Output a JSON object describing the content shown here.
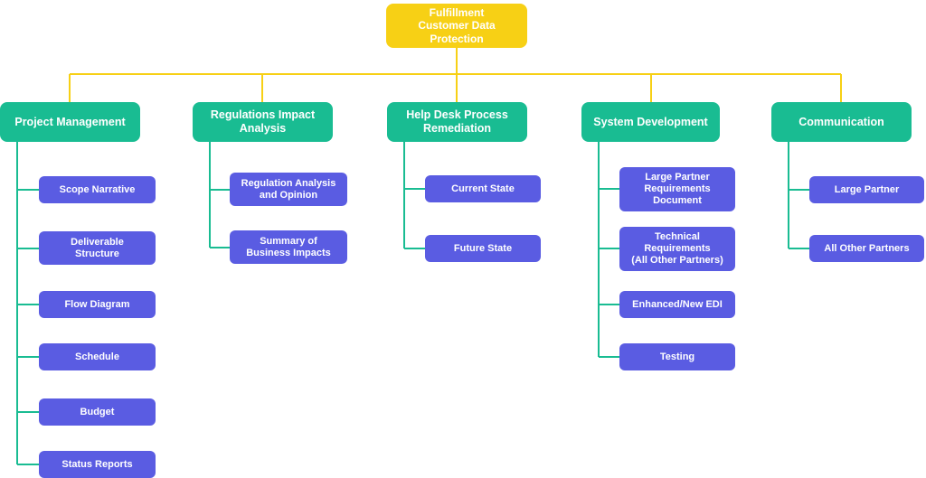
{
  "diagram": {
    "colors": {
      "background": "#FFFFFF",
      "root_fill": "#F7D015",
      "branch_fill": "#19BC92",
      "leaf_fill": "#5A5CE2",
      "text": "#FFFFFF",
      "root_connector": "#F7D015",
      "branch_connector": "#19BC92"
    },
    "root": {
      "label": "Fulfillment\nCustomer Data\nProtection"
    },
    "branches": [
      {
        "label": "Project Management",
        "children": [
          "Scope Narrative",
          "Deliverable\nStructure",
          "Flow Diagram",
          "Schedule",
          "Budget",
          "Status Reports"
        ]
      },
      {
        "label": "Regulations Impact\nAnalysis",
        "children": [
          "Regulation Analysis\nand Opinion",
          "Summary of\nBusiness Impacts"
        ]
      },
      {
        "label": "Help Desk Process\nRemediation",
        "children": [
          "Current State",
          "Future State"
        ]
      },
      {
        "label": "System Development",
        "children": [
          "Large Partner\nRequirements\nDocument",
          "Technical\nRequirements\n(All Other Partners)",
          "Enhanced/New EDI",
          "Testing"
        ]
      },
      {
        "label": "Communication",
        "children": [
          "Large Partner",
          "All Other Partners"
        ]
      }
    ]
  }
}
